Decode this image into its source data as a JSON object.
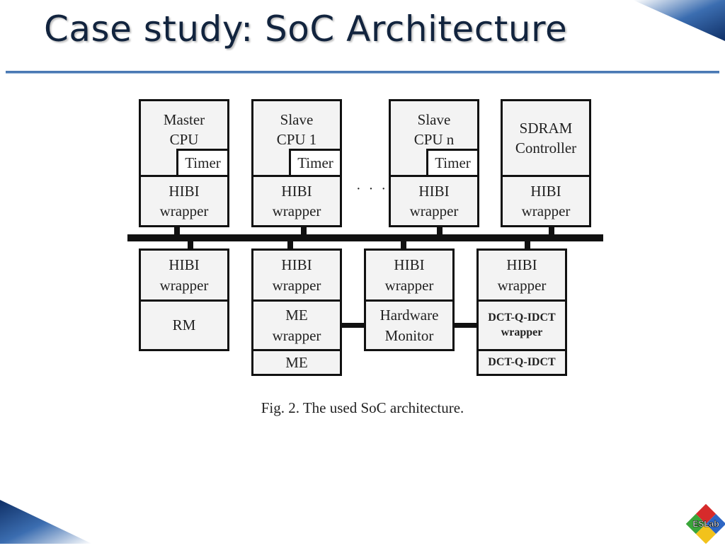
{
  "slide": {
    "title": "Case study: SoC Architecture",
    "caption": "Fig. 2. The used SoC architecture.",
    "ellipsis": "· · ·"
  },
  "diagram": {
    "top_row": [
      {
        "id": "master-cpu",
        "label": "Master\nCPU",
        "timer": "Timer",
        "wrapper": "HIBI\nwrapper"
      },
      {
        "id": "slave-cpu-1",
        "label": "Slave\nCPU 1",
        "timer": "Timer",
        "wrapper": "HIBI\nwrapper"
      },
      {
        "id": "slave-cpu-n",
        "label": "Slave\nCPU n",
        "timer": "Timer",
        "wrapper": "HIBI\nwrapper"
      },
      {
        "id": "sdram-controller",
        "label": "SDRAM\nController",
        "wrapper": "HIBI\nwrapper"
      }
    ],
    "bottom_row": [
      {
        "id": "rm",
        "wrapper": "HIBI\nwrapper",
        "label": "RM"
      },
      {
        "id": "me",
        "wrapper": "HIBI\nwrapper",
        "label": "ME\nwrapper",
        "sub": "ME"
      },
      {
        "id": "hardware-monitor",
        "wrapper": "HIBI\nwrapper",
        "label": "Hardware\nMonitor"
      },
      {
        "id": "dct",
        "wrapper": "HIBI\nwrapper",
        "label": "DCT-Q-IDCT\nwrapper",
        "sub": "DCT-Q-IDCT"
      }
    ]
  },
  "logo": {
    "text": "ESLab",
    "colors": [
      "#d62b2b",
      "#2d66c4",
      "#f2c21b",
      "#3aa53a"
    ]
  },
  "colors": {
    "title": "#12243e",
    "rule": "#4a79b4",
    "corner": "#1f4e8f"
  }
}
